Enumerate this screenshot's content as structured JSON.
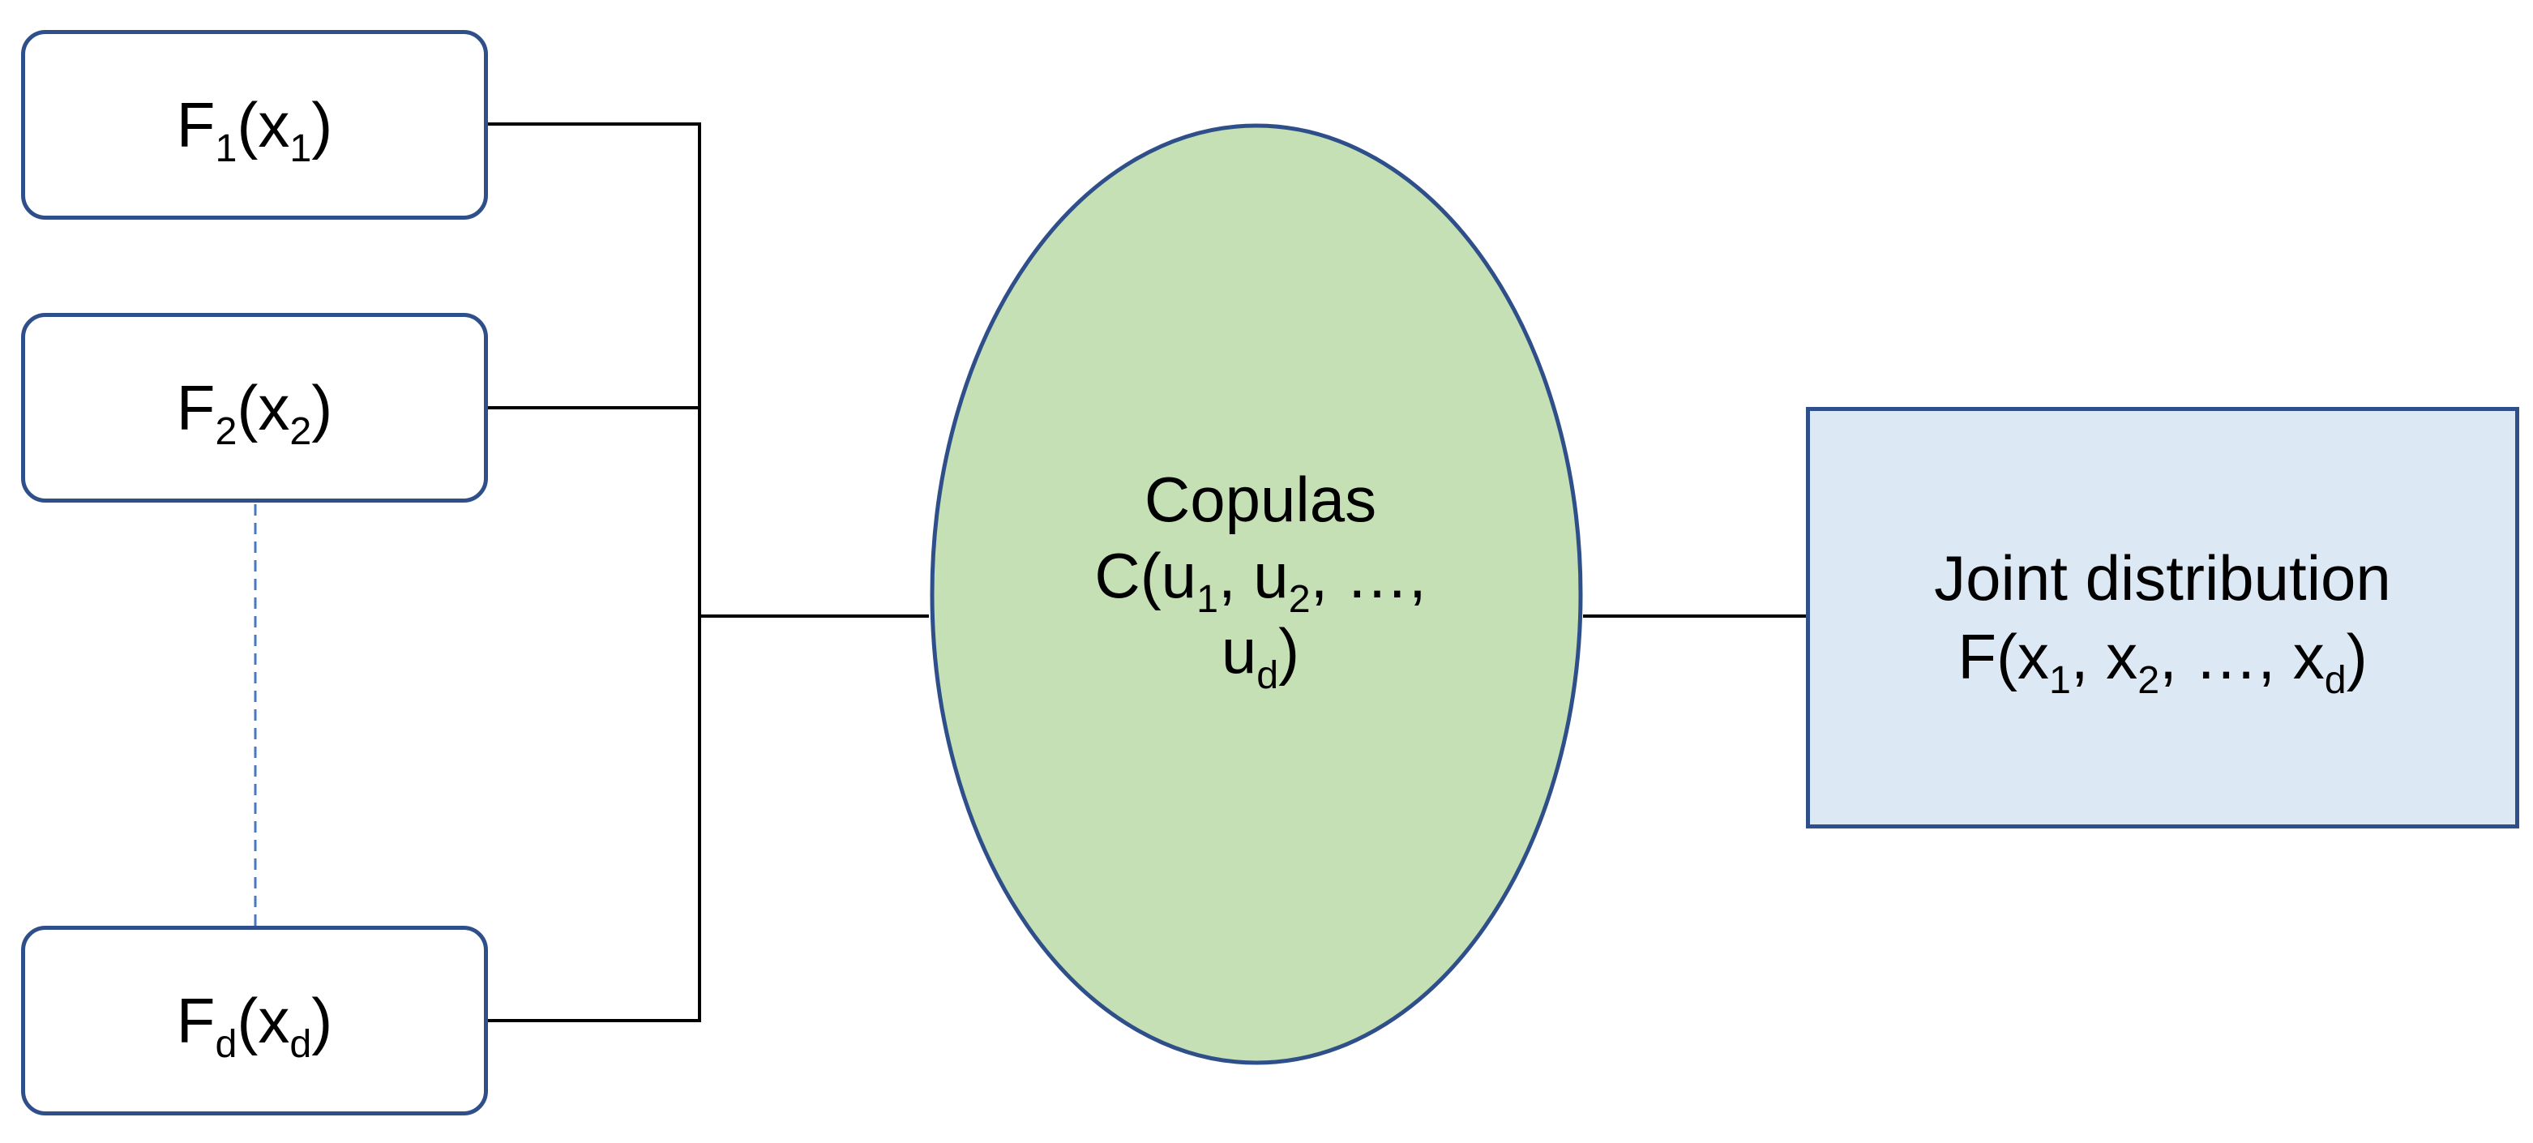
{
  "colors": {
    "outline": "#2f4f8a",
    "copula_fill": "#c5e0b4",
    "joint_fill": "#dde8f5",
    "connector": "#000000",
    "dashed_link": "#4a78c0"
  },
  "marginals": [
    {
      "fn": "F",
      "fn_sub": "1",
      "arg": "x",
      "arg_sub": "1"
    },
    {
      "fn": "F",
      "fn_sub": "2",
      "arg": "x",
      "arg_sub": "2"
    },
    {
      "fn": "F",
      "fn_sub": "d",
      "arg": "x",
      "arg_sub": "d"
    }
  ],
  "copula": {
    "title": "Copulas",
    "formula_prefix": "C(u",
    "s1": "1",
    "mid1": ", u",
    "s2": "2",
    "mid2": ", …,",
    "last_var": "u",
    "sd": "d",
    "close": ")"
  },
  "joint": {
    "title": "Joint distribution",
    "formula_prefix": "F(x",
    "s1": "1",
    "mid1": ", x",
    "s2": "2",
    "mid2": ", …, x",
    "sd": "d",
    "close": ")"
  }
}
